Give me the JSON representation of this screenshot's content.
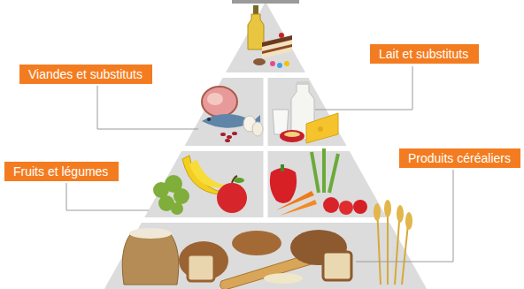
{
  "diagram": {
    "nodes": [
      {
        "text": [
          "Lait et substituts"
        ]
      },
      {
        "text": [
          "Viandes et substituts"
        ]
      },
      {
        "text": [
          "Produits céréaliers"
        ]
      },
      {
        "text": [
          "Fruits et légumes"
        ]
      }
    ]
  }
}
